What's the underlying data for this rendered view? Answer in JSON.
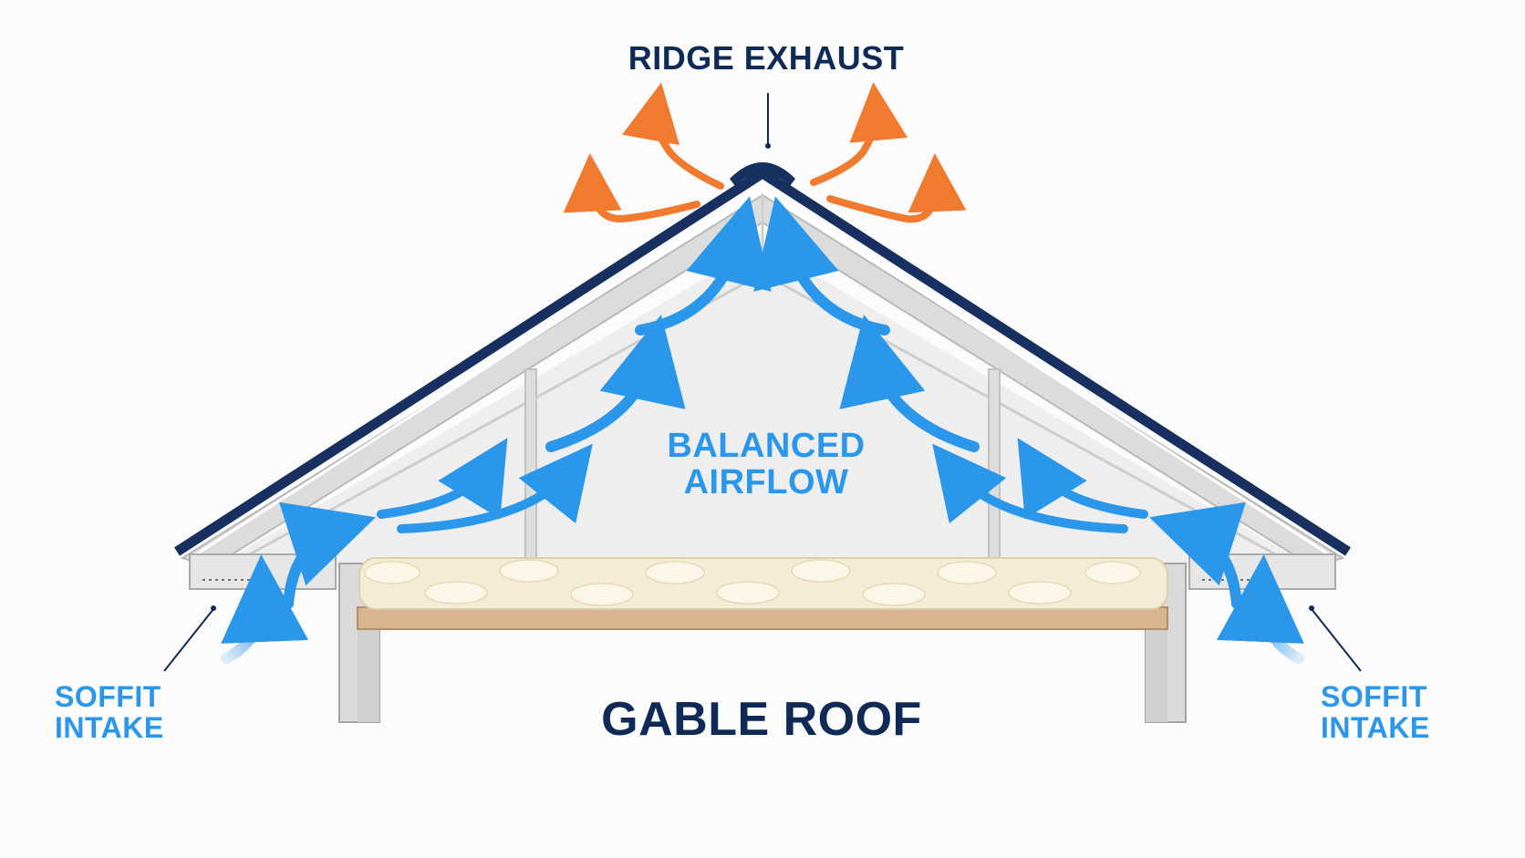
{
  "labels": {
    "ridge_exhaust": "RIDGE EXHAUST",
    "balanced_airflow_line1": "BALANCED",
    "balanced_airflow_line2": "AIRFLOW",
    "gable_roof": "GABLE ROOF",
    "soffit_left_line1": "SOFFIT",
    "soffit_left_line2": "INTAKE",
    "soffit_right_line1": "SOFFIT",
    "soffit_right_line2": "INTAKE"
  },
  "colors": {
    "label_navy": "#0f2a55",
    "intake_blue": "#2a97ea",
    "exhaust_orange": "#f07a2e",
    "insulation": "#f5ecd6",
    "joist_wood": "#d9b48f",
    "attic_fill": "#eeeeee",
    "structure_grey": "#d3d3d3"
  },
  "icons": {
    "intake_arrow": "curved-arrow-up",
    "exhaust_arrow": "wavy-arrow-up"
  }
}
